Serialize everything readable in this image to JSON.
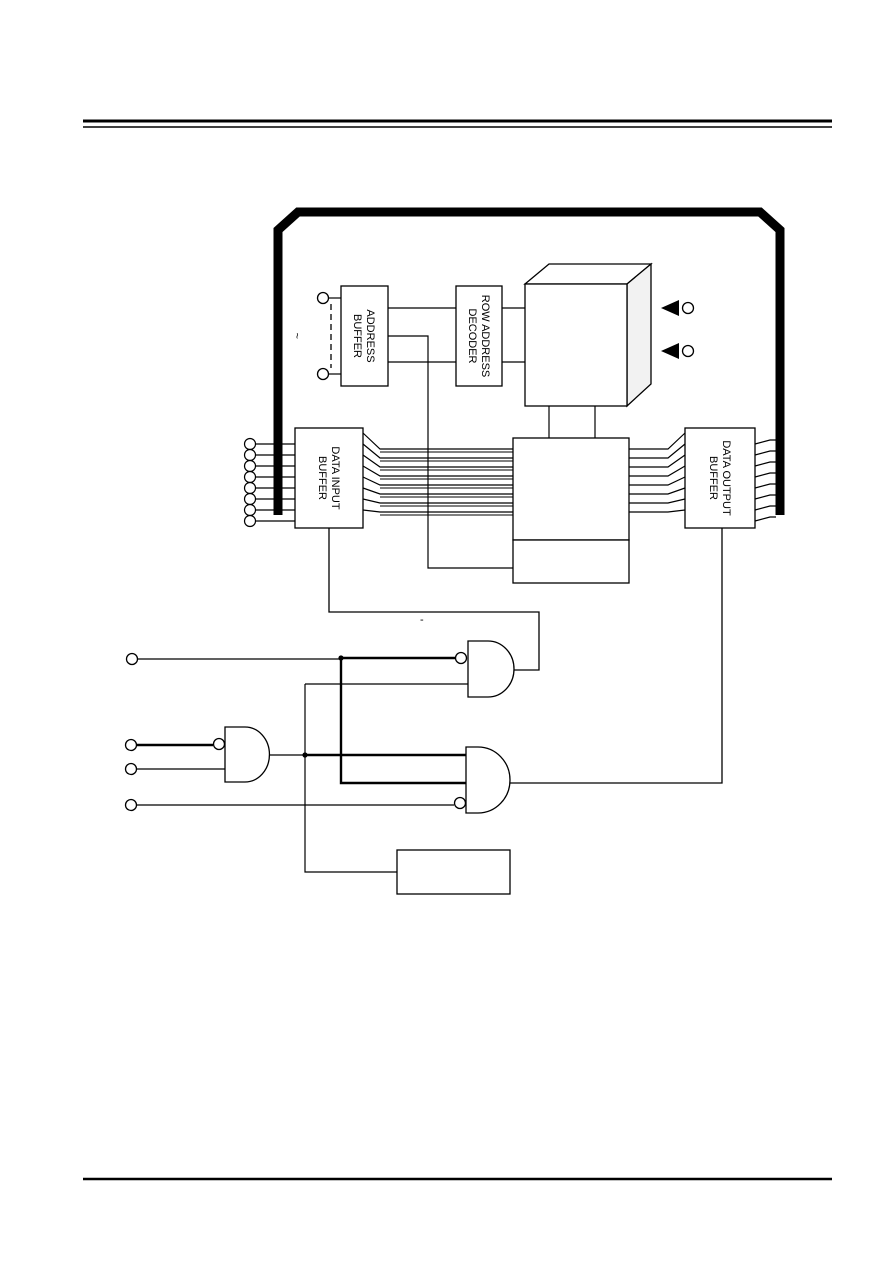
{
  "blocks": {
    "address_buffer": {
      "line1": "ADDRESS",
      "line2": "BUFFER"
    },
    "row_decoder": {
      "line1": "ROW ADDRESS",
      "line2": "DECODER"
    },
    "data_input_buffer": {
      "line1": "DATA INPUT",
      "line2": "BUFFER"
    },
    "data_output_buffer": {
      "line1": "DATA OUTPUT",
      "line2": "BUFFER"
    }
  },
  "marks": {
    "tilde": "~",
    "tick": "-"
  },
  "colors": {
    "ink": "#000000",
    "paper": "#ffffff",
    "shade": "#f2f2f2"
  }
}
